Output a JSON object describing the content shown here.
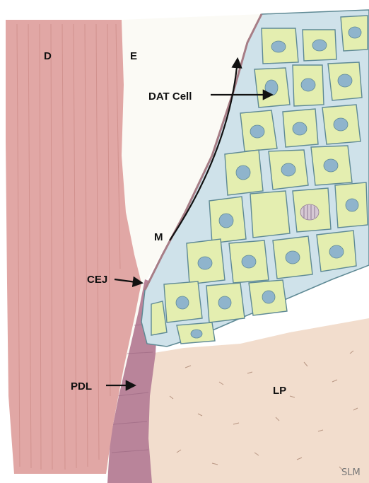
{
  "labels": {
    "dentin": "D",
    "enamel": "E",
    "dat_cell": "DAT Cell",
    "membrane": "M",
    "cej": "CEJ",
    "pdl": "PDL",
    "lamina_propria": "LP"
  },
  "signature": "SLM",
  "colors": {
    "dentin": "#e1a7a5",
    "dentin_streak": "#c98783",
    "enamel_space": "#fbfaf5",
    "pdl": "#b9849a",
    "lamina_propria": "#f2ddcd",
    "epithelium_matrix": "#cfe2ea",
    "cell_fill": "#e4eeb0",
    "cell_outline": "#5f8a95",
    "nucleus": "#8fb4cc",
    "arrow": "#111111"
  }
}
